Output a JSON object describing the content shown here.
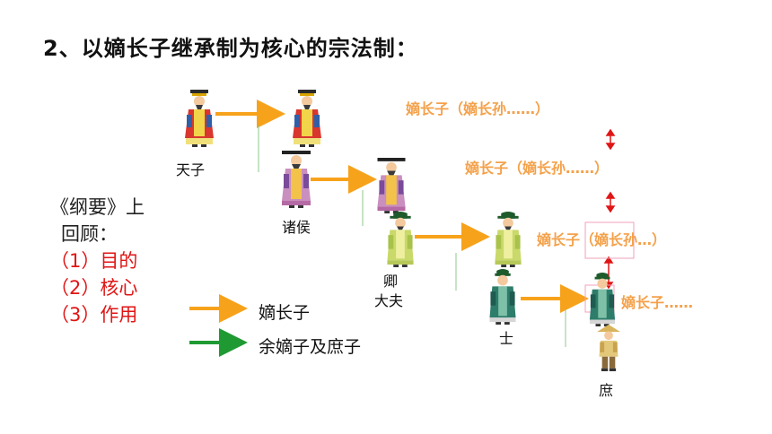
{
  "title": "2、以嫡长子继承制为核心的宗法制：",
  "ranks": {
    "tianzi": "天子",
    "zhuhou": "诸侯",
    "qing": "卿",
    "dafu": "大夫",
    "shi": "士",
    "shu": "庶"
  },
  "successors": {
    "line1": "嫡长子（嫡长孙……）",
    "line2": "嫡长子（嫡长孙……）",
    "line3": "嫡长子（嫡长孙…）",
    "line4": "嫡长子……"
  },
  "review": {
    "heading1": "《纲要》上",
    "heading2": "回顾：",
    "items": [
      "（1）目的",
      "（2）核心",
      "（3）作用"
    ]
  },
  "legend": {
    "orange_label": "嫡长子",
    "green_label": "余嫡子及庶子"
  },
  "colors": {
    "orange": "#f7a21b",
    "green": "#1f9a33",
    "red_marker": "#e01515",
    "successor_text": "#f4a14a"
  }
}
